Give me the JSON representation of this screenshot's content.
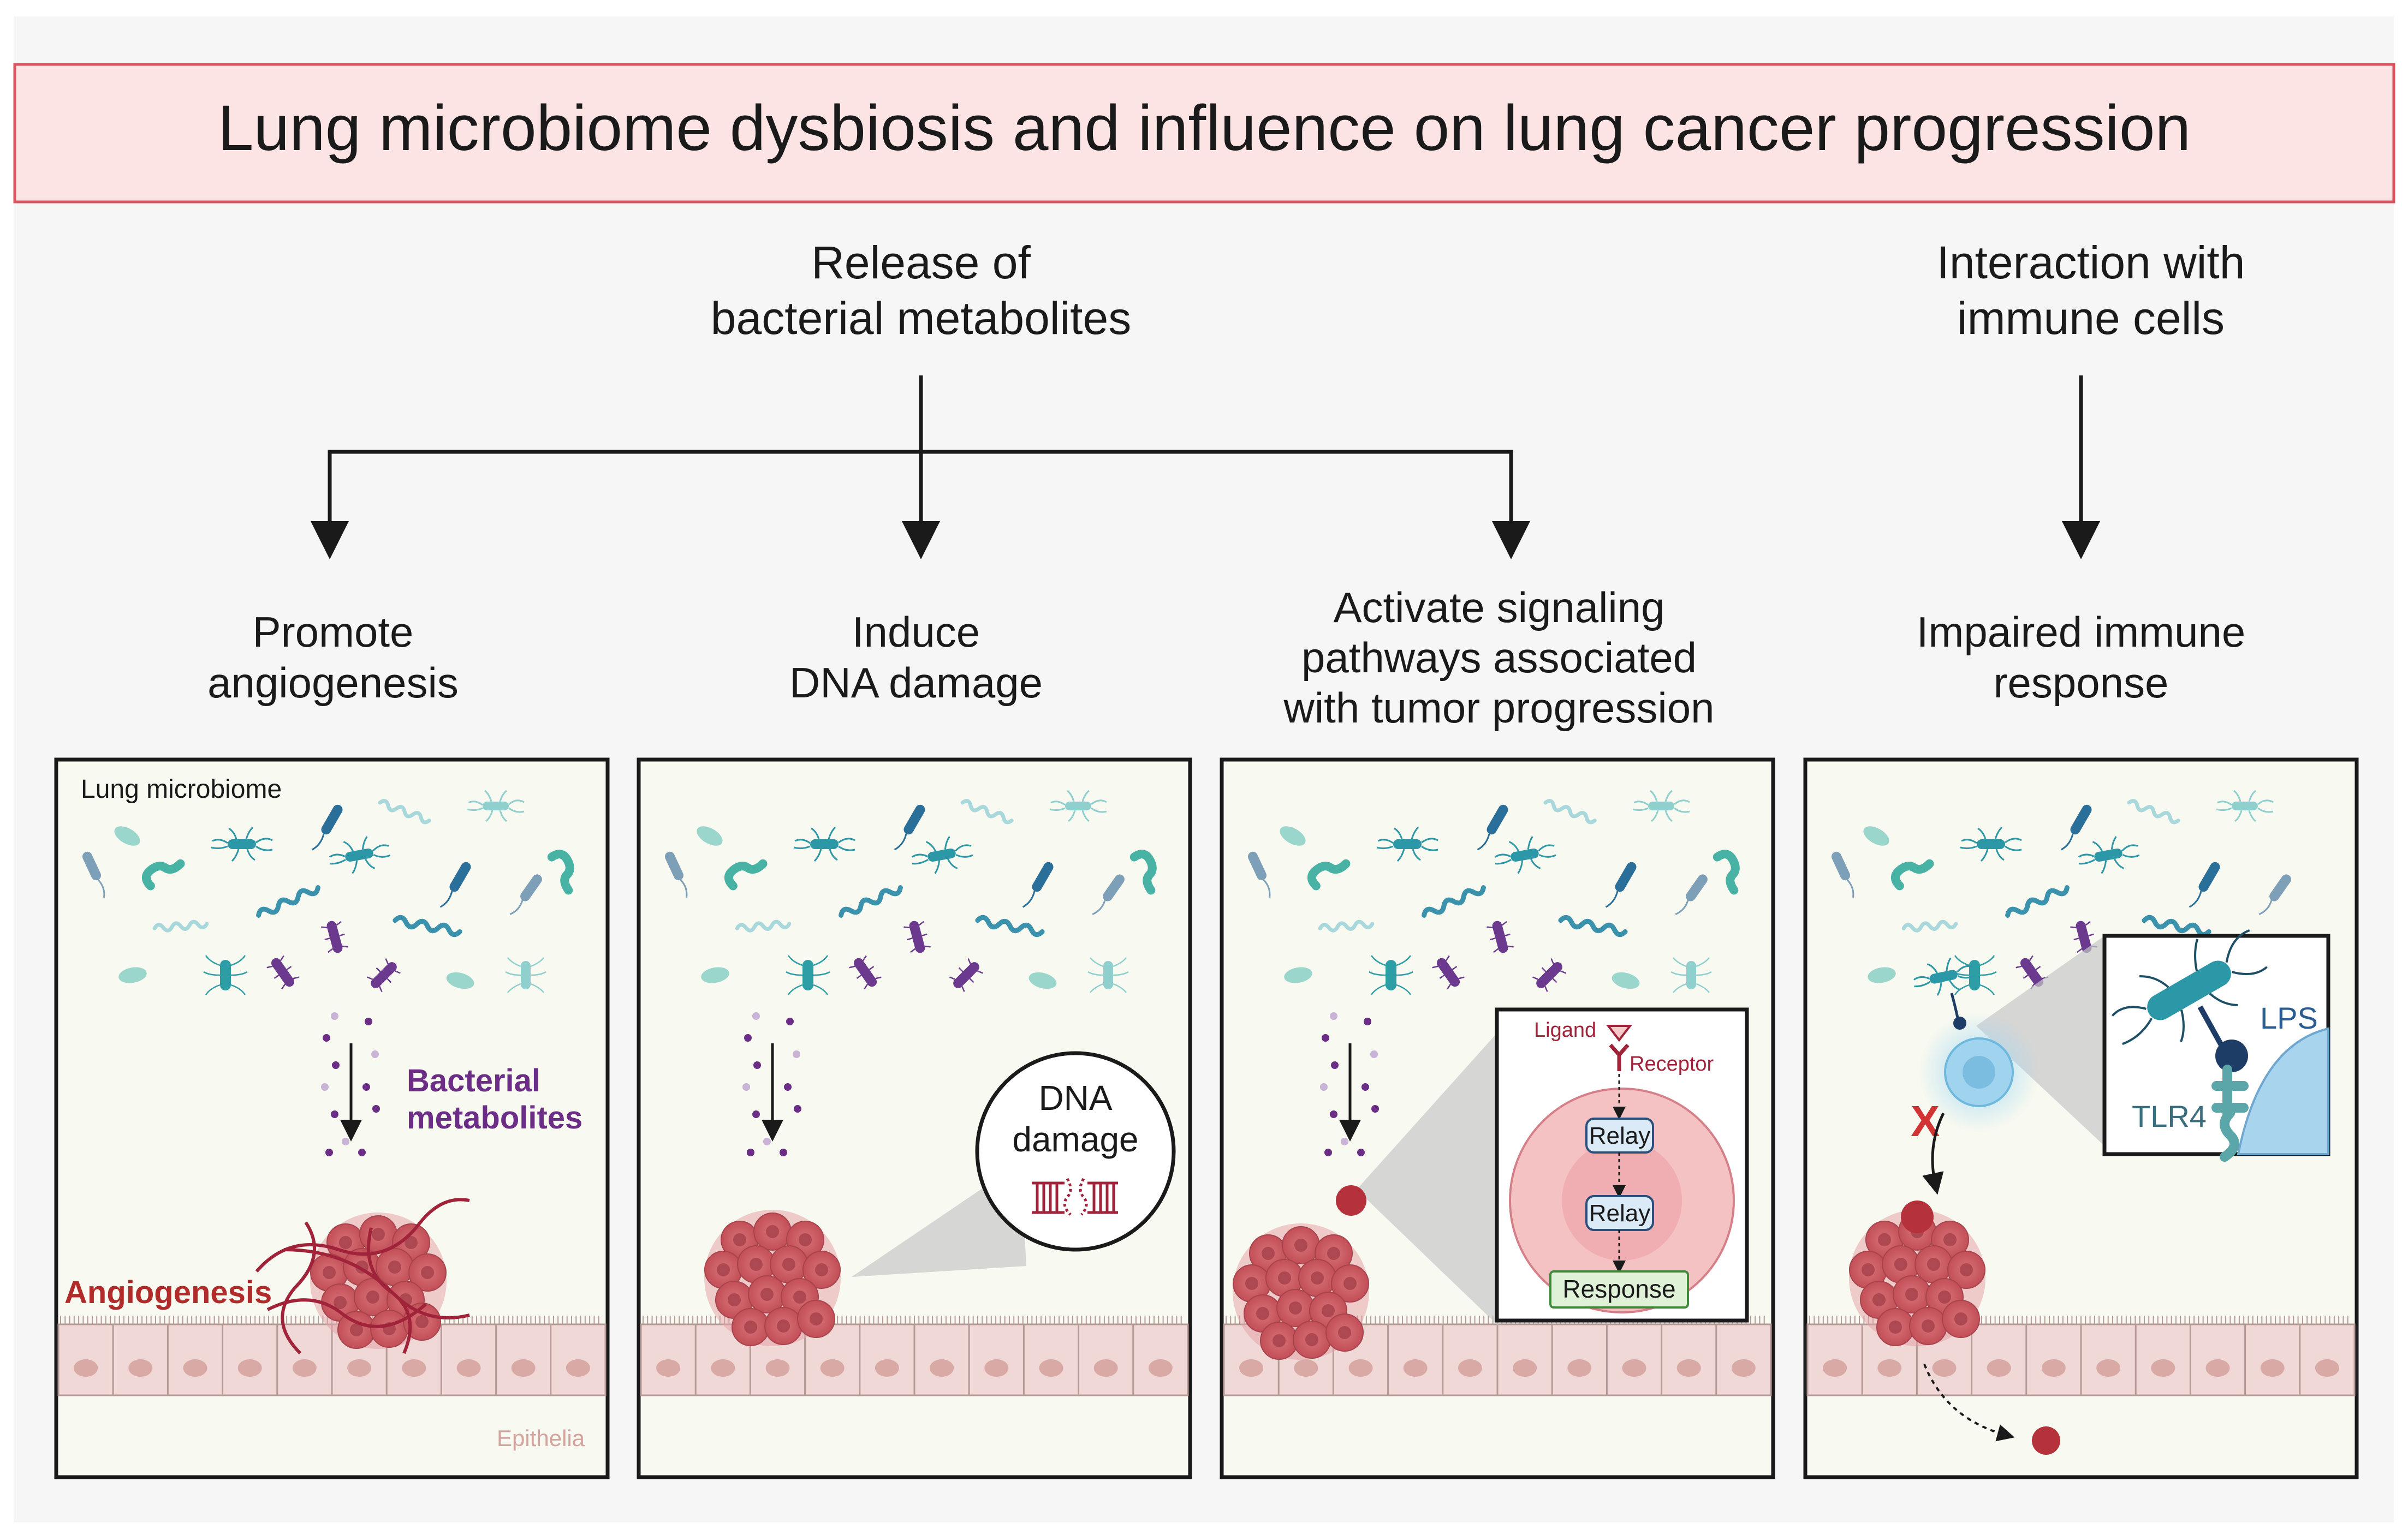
{
  "title": "Lung microbiome dysbiosis and influence on lung cancer progression",
  "branches": {
    "metabolites": {
      "line1": "Release of",
      "line2": "bacterial metabolites"
    },
    "immune": {
      "line1": "Interaction with",
      "line2": "immune cells"
    }
  },
  "panels": [
    {
      "heading1": "Promote",
      "heading2": "angiogenesis",
      "heading3": ""
    },
    {
      "heading1": "Induce",
      "heading2": "DNA damage",
      "heading3": ""
    },
    {
      "heading1": "Activate signaling",
      "heading2": "pathways associated",
      "heading3": "with tumor progression"
    },
    {
      "heading1": "Impaired immune",
      "heading2": "response",
      "heading3": ""
    }
  ],
  "labels": {
    "lung_microbiome": "Lung  microbiome",
    "bacterial_metabolites_1": "Bacterial",
    "bacterial_metabolites_2": "metabolites",
    "angiogenesis": "Angiogenesis",
    "epithelia": "Epithelia",
    "dna_damage_1": "DNA",
    "dna_damage_2": "damage",
    "ligand": "Ligand",
    "receptor": "Receptor",
    "relay_1": "Relay",
    "relay_2": "Relay",
    "response": "Response",
    "lps": "LPS",
    "tlr4": "TLR4",
    "blocked_mark": "X"
  },
  "colors": {
    "title_fill": "#fce4e4",
    "title_border": "#d9545f",
    "panel_fill": "#f8f9f0",
    "tumor": "#c9575e",
    "vessel": "#a0233a",
    "metabolite": "#6b2d86",
    "bacteria_teal": "#39a3a8",
    "epithelium": "#efd8d5",
    "relay_fill": "#dbeaf7",
    "response_fill": "#dff2d8",
    "immune_cell": "#9fd3ee",
    "blocked": "#d23333"
  }
}
